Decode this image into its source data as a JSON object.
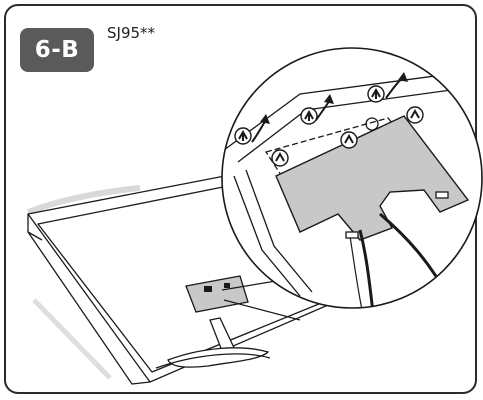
{
  "step": {
    "badge": "6-B"
  },
  "model": {
    "label": "SJ95**"
  },
  "colors": {
    "badge_bg": "#5a5a5a",
    "cover_fill": "#c8c8c8",
    "line": "#1a1a1a",
    "shadow": "#e3e3e3"
  },
  "illustration": {
    "subject": "tv-back-cover-removal",
    "tabs_marked": 6
  }
}
